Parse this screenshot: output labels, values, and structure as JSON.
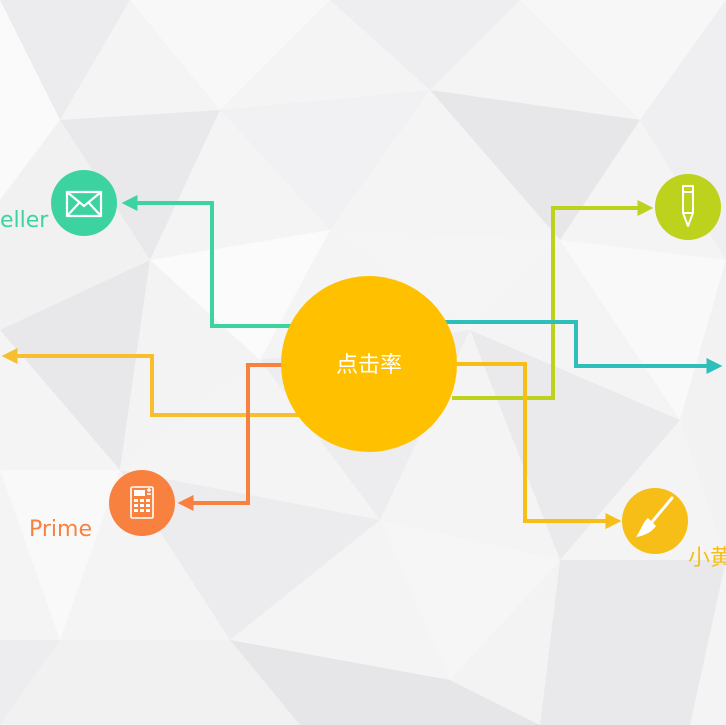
{
  "hub": {
    "label": "点击率",
    "color": "#FFC000"
  },
  "nodes": [
    {
      "key": "mail",
      "label": "eller",
      "color": "#3DD3A0",
      "icon": "envelope-icon"
    },
    {
      "key": "calc",
      "label": "Prime",
      "color": "#F98140",
      "icon": "calculator-icon"
    },
    {
      "key": "pencil",
      "label": "",
      "color": "#BCD21D",
      "icon": "pencil-icon"
    },
    {
      "key": "brush",
      "label": "小黄",
      "color": "#F7BE17",
      "icon": "brush-icon"
    },
    {
      "key": "teal-right",
      "label": "",
      "color": "#2EBFBB",
      "icon": "arrow-right-icon"
    },
    {
      "key": "yellow-left",
      "label": "",
      "color": "#F7BE2D",
      "icon": "arrow-left-icon"
    }
  ],
  "colors": {
    "background": "#F4F4F5",
    "facet_light": "#FBFBFB",
    "facet_dark": "#E6E6E8"
  }
}
